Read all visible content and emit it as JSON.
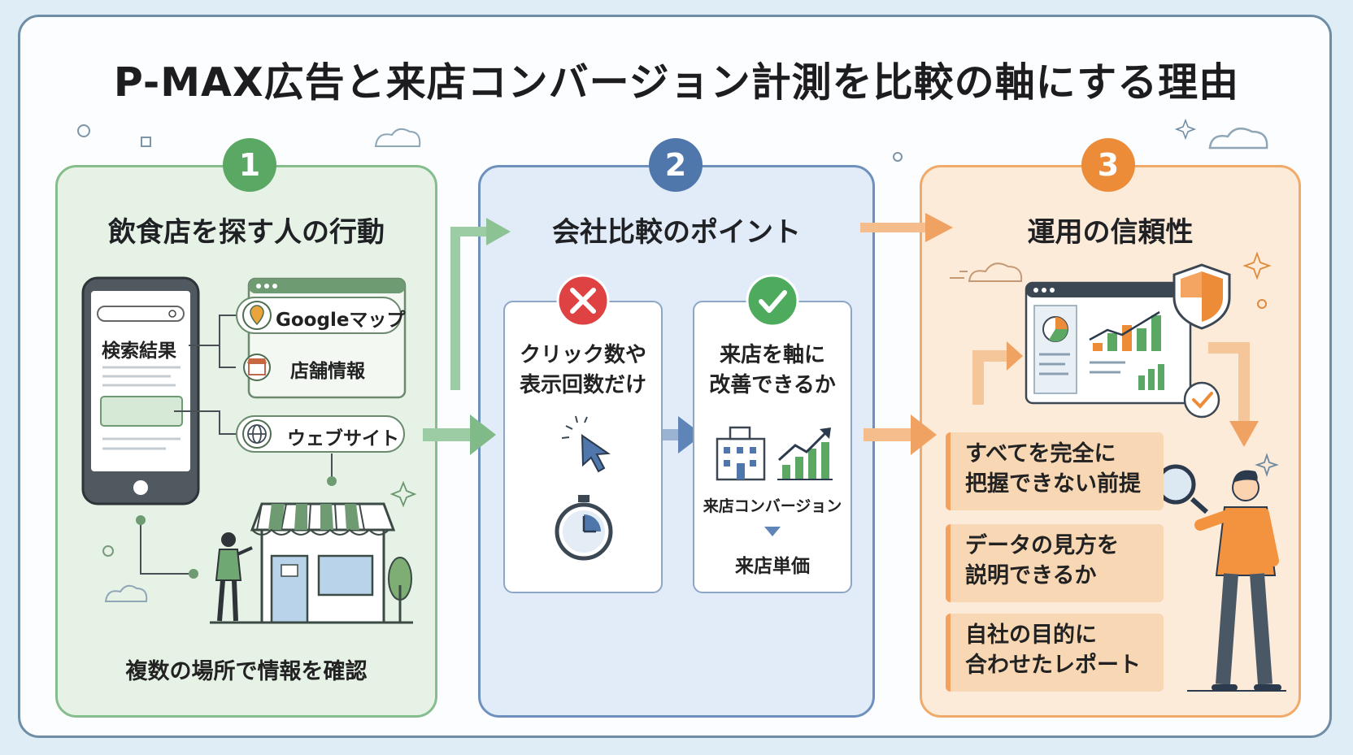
{
  "title": "P-MAX広告と来店コンバージョン計測を比較の軸にする理由",
  "colors": {
    "green": "#5aa864",
    "blue": "#4f77ac",
    "orange": "#ec8c39"
  },
  "sections": [
    {
      "number": "1",
      "heading": "飲食店を探す人の行動",
      "search_result": "検索結果",
      "google_maps": "Googleマップ",
      "store_info": "店舗情報",
      "website": "ウェブサイト",
      "footer": "複数の場所で情報を確認"
    },
    {
      "number": "2",
      "heading": "会社比較のポイント",
      "bad_card": {
        "line1": "クリック数や",
        "line2": "表示回数だけ"
      },
      "good_card": {
        "line1": "来店を軸に",
        "line2": "改善できるか",
        "conversion": "来店コンバージョン",
        "unit_price": "来店単価"
      }
    },
    {
      "number": "3",
      "heading": "運用の信頼性",
      "items": [
        {
          "line1": "すべてを完全に",
          "line2": "把握できない前提"
        },
        {
          "line1": "データの見方を",
          "line2": "説明できるか"
        },
        {
          "line1": "自社の目的に",
          "line2": "合わせたレポート"
        }
      ]
    }
  ]
}
